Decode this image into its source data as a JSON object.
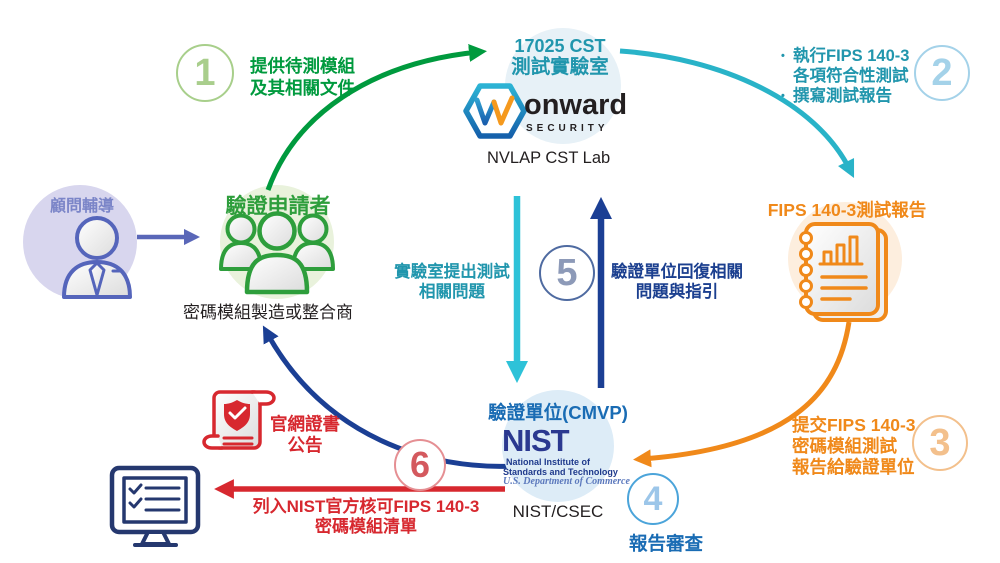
{
  "colors": {
    "green": "#009a3e",
    "teal_text": "#2196ad",
    "teal_arrow": "#29b3c8",
    "cyan_arrow": "#2ec2d8",
    "orange": "#f0891a",
    "red": "#d7282f",
    "navy": "#1b3f8f",
    "blue": "#1a6cb4",
    "purple": "#7b85c8",
    "gray_blue": "#8d9ab8",
    "lavender_bg": "#d8d6ee",
    "light_green_bg": "#e9f2dc",
    "light_blue_bg": "#e7f1f7",
    "light_orange_bg": "#fdeede",
    "nist_navy": "#2b3990"
  },
  "consultant": {
    "label": "顧問輔導"
  },
  "applicant": {
    "label": "驗證申請者",
    "sublabel": "密碼模組製造或整合商"
  },
  "lab": {
    "name_line1": "17025 CST",
    "name_line2": "測試實驗室",
    "logo_word": "onward",
    "logo_sub": "SECURITY",
    "caption": "NVLAP CST Lab"
  },
  "report": {
    "label": "FIPS 140-3測試報告"
  },
  "cmvp": {
    "label": "驗證單位(CMVP)",
    "caption": "NIST/CSEC",
    "nist_wordmark": "NIST",
    "nist_line1": "National Institute of",
    "nist_line2": "Standards and Technology",
    "nist_line3": "U.S. Department of Commerce"
  },
  "certificate": {
    "line1": "官網證書",
    "line2": "公告"
  },
  "steps": {
    "s1": {
      "num": "1",
      "line1": "提供待測模組",
      "line2": "及其相關文件"
    },
    "s2": {
      "num": "2",
      "bullet": "•",
      "b1_line1": "執行FIPS 140-3",
      "b1_line2": "各項符合性測試",
      "b2": "撰寫測試報告"
    },
    "s3": {
      "num": "3",
      "line1": "提交FIPS 140-3",
      "line2": "密碼模組測試",
      "line3": "報告給驗證單位"
    },
    "s4": {
      "num": "4",
      "label": "報告審查"
    },
    "s5": {
      "num": "5",
      "left_line1": "實驗室提出測試",
      "left_line2": "相關問題",
      "right_line1": "驗證單位回復相關",
      "right_line2": "問題與指引"
    },
    "s6": {
      "num": "6",
      "line1": "列入NIST官方核可FIPS 140-3",
      "line2": "密碼模組清單"
    }
  }
}
